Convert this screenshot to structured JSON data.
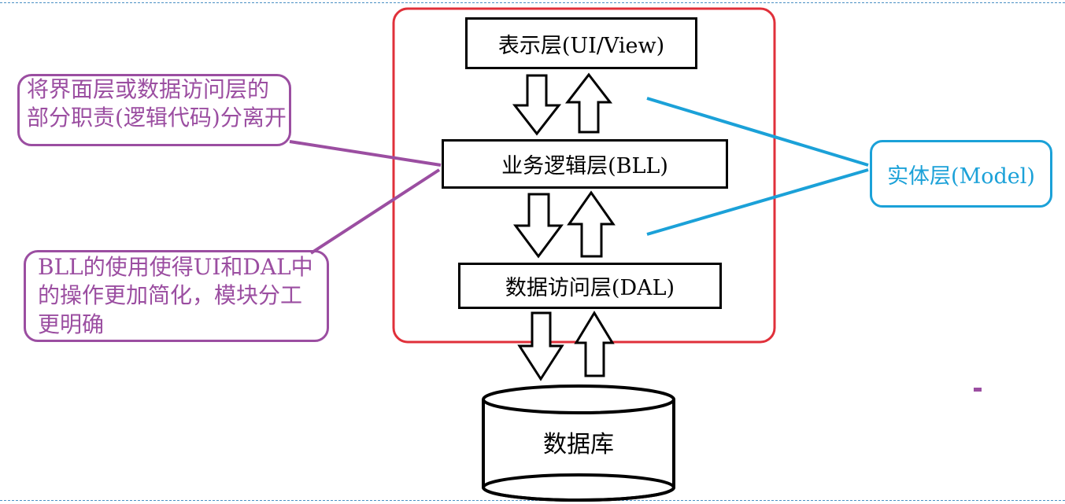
{
  "layers": {
    "presentation": "表示层(UI/View)",
    "business": "业务逻辑层(BLL)",
    "data_access": "数据访问层(DAL)"
  },
  "database": "数据库",
  "model": "实体层(Model)",
  "notes": {
    "top": "将界面层或数据访问层的部分职责(逻辑代码)分离开",
    "bottom": "BLL的使用使得UI和DAL中的操作更加简化，模块分工更明确"
  },
  "colors": {
    "container": "#e0303a",
    "note": "#9b4ea1",
    "model": "#1ba1d8",
    "arrow": "#000000"
  }
}
